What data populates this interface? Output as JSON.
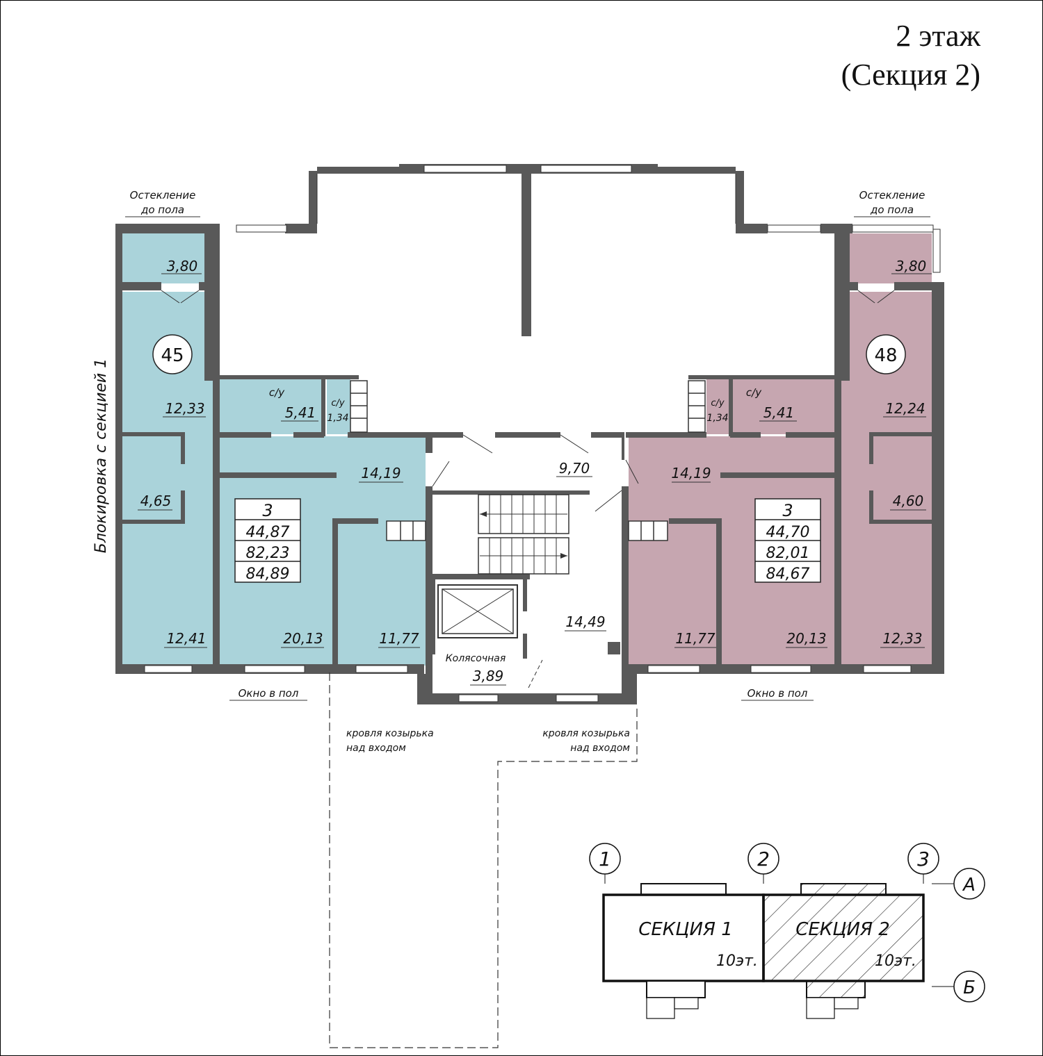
{
  "header": {
    "floor": "2 этаж",
    "section": "(Секция 2)"
  },
  "colors": {
    "apt_left": "#aad3da",
    "apt_right": "#c6a6b0",
    "wall": "#595959"
  },
  "notes": {
    "glazing_left_1": "Остекление",
    "glazing_left_2": "до пола",
    "glazing_right_1": "Остекление",
    "glazing_right_2": "до пола",
    "blocking": "Блокировка с секцией 1",
    "window_floor_left": "Окно в пол",
    "window_floor_right": "Окно в пол",
    "canopy_left_1": "кровля козырька",
    "canopy_left_2": "над входом",
    "canopy_right_1": "кровля козырька",
    "canopy_right_2": "над входом",
    "stroller_room": "Колясочная"
  },
  "apartment_left": {
    "number": "45",
    "rooms": "3",
    "living_area": "44,87",
    "total_area": "82,23",
    "total_with_balcony": "84,89",
    "areas": {
      "loggia": "3,80",
      "room_top": "12,33",
      "bath": "5,41",
      "wc": "1,34",
      "wc_label": "с/у",
      "bath_label": "с/у",
      "hall": "14,19",
      "closet": "4,65",
      "room_bl": "12,41",
      "room_bm": "20,13",
      "room_br": "11,77"
    }
  },
  "apartment_right": {
    "number": "48",
    "rooms": "3",
    "living_area": "44,70",
    "total_area": "82,01",
    "total_with_balcony": "84,67",
    "areas": {
      "loggia": "3,80",
      "room_top": "12,24",
      "bath": "5,41",
      "wc": "1,34",
      "wc_label": "с/у",
      "bath_label": "с/у",
      "hall": "14,19",
      "closet": "4,60",
      "room_bl": "11,77",
      "room_bm": "20,13",
      "room_br": "12,33"
    }
  },
  "common": {
    "corridor": "9,70",
    "stair_hall": "14,49",
    "stroller": "3,89"
  },
  "key_plan": {
    "axis_1": "1",
    "axis_2": "2",
    "axis_3": "3",
    "axis_a": "А",
    "axis_b": "Б",
    "section1_name": "СЕКЦИЯ 1",
    "section1_floors": "10эт.",
    "section2_name": "СЕКЦИЯ 2",
    "section2_floors": "10эт."
  }
}
